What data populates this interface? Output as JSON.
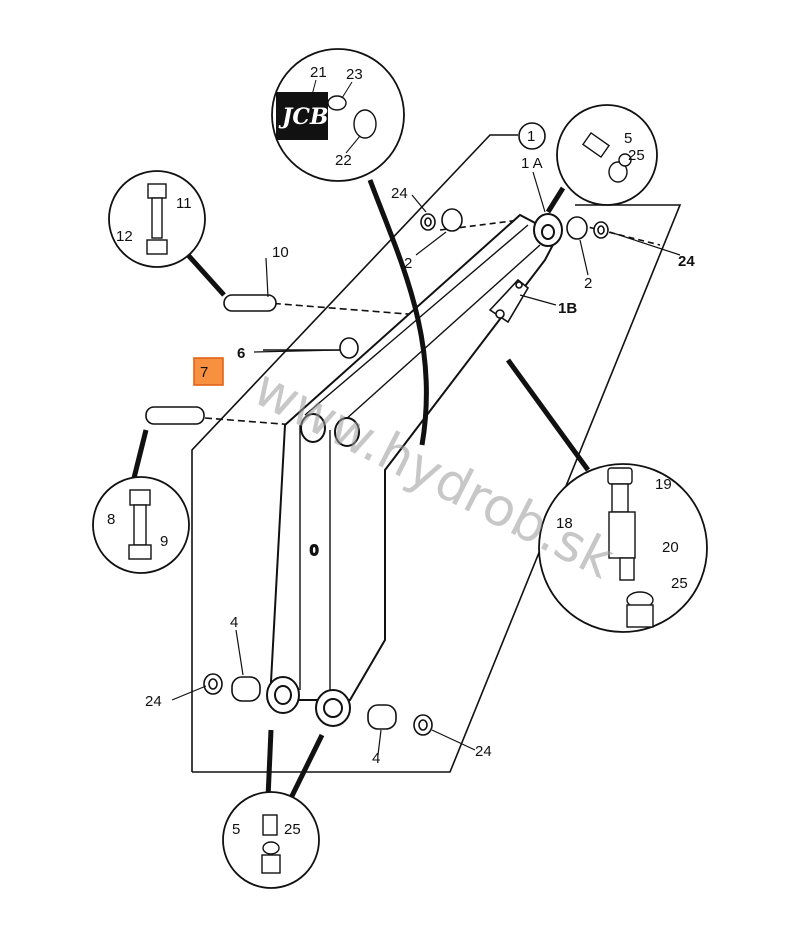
{
  "watermark": "www.hydrob.sk",
  "logo_text": "JCB",
  "highlight_color": "#f7903f",
  "labels": {
    "p1": "1",
    "p1a": "1 A",
    "p1b": "1B",
    "p2_top": "2",
    "p2_right": "2",
    "p4_left": "4",
    "p4_right": "4",
    "p5_top": "5",
    "p5_bottom": "5",
    "p6": "6",
    "p7": "7",
    "p8": "8",
    "p9": "9",
    "p10": "10",
    "p11": "11",
    "p12": "12",
    "p18": "18",
    "p19": "19",
    "p20": "20",
    "p21": "21",
    "p22": "22",
    "p23": "23",
    "p24_top": "24",
    "p24_right": "24",
    "p24_left": "24",
    "p24_bottom": "24",
    "p25_top": "25",
    "p25_right": "25",
    "p25_bottom": "25"
  }
}
